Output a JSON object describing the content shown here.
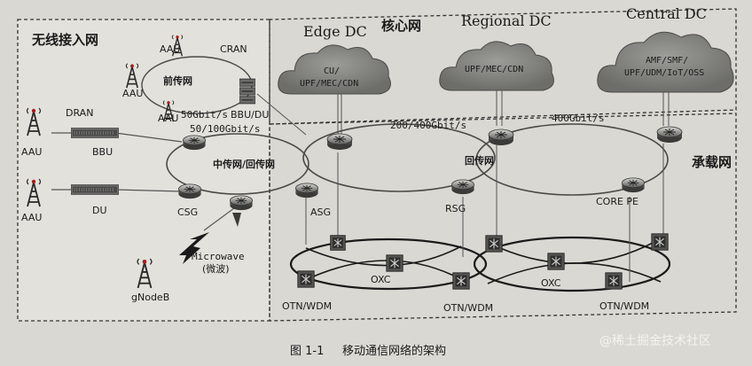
{
  "figure": {
    "caption_number": "图 1-1",
    "caption_text": "移动通信网络的架构",
    "watermark": "@稀土掘金技术社区"
  },
  "regions": {
    "access": "无线接入网",
    "core": "核心网",
    "transport": "承载网"
  },
  "data_centers": {
    "edge": {
      "name": "Edge DC",
      "line1": "CU/",
      "line2": "UPF/MEC/CDN"
    },
    "regional": {
      "name": "Regional DC",
      "line1": "UPF/MEC/CDN"
    },
    "central": {
      "name": "Central DC",
      "line1": "AMF/SMF/",
      "line2": "UPF/UDM/IoT/OSS"
    }
  },
  "access": {
    "cran": "CRAN",
    "fronthaul": "前传网",
    "bbu_du": "BBU/DU",
    "dran": "DRAN",
    "aau": "AAU",
    "bbu": "BBU",
    "du": "DU",
    "csg": "CSG",
    "microwave": "Microwave",
    "microwave_cn": "(微波)",
    "gnodeb": "gNodeB"
  },
  "transport": {
    "rate_50g": "50Gbit/s",
    "rate_50_100g": "50/100Gbit/s",
    "rate_200_400g": "200/400Gbit/s",
    "rate_400g": "400Gbit/s",
    "midhaul_backhaul": "中传网/回传网",
    "backhaul": "回传网",
    "asg": "ASG",
    "rsg": "RSG",
    "core_pe": "CORE PE",
    "oxc": "OXC",
    "otn_wdm": "OTN/WDM"
  }
}
